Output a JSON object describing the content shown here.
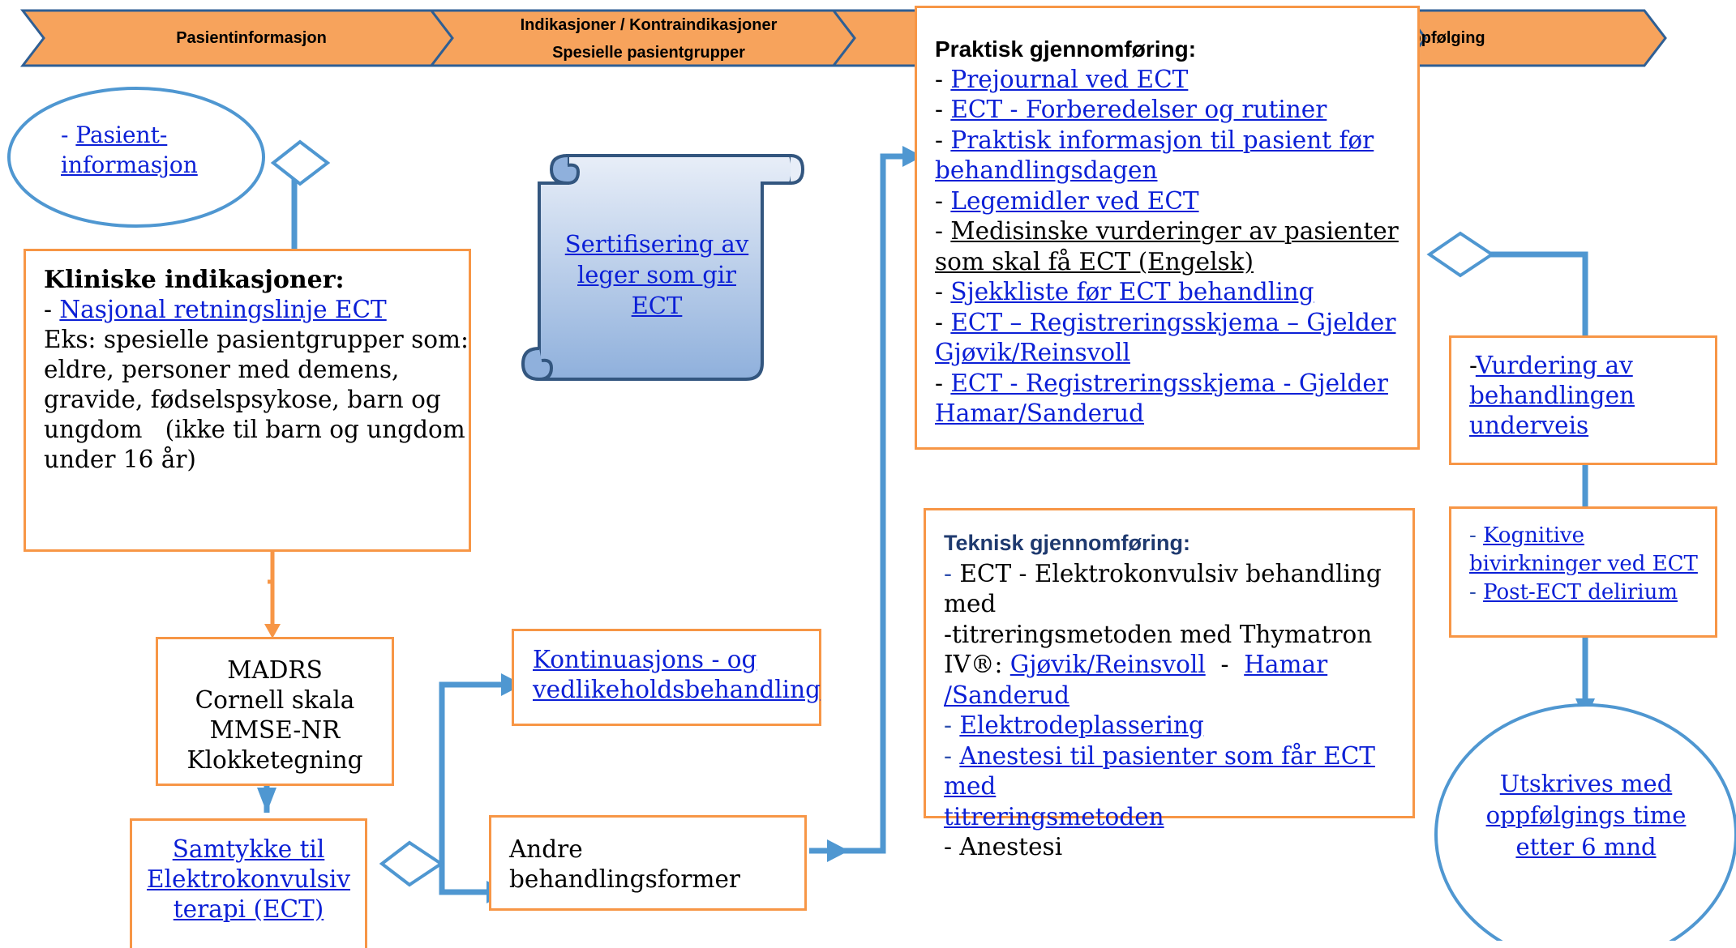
{
  "banner": {
    "stage1": "Pasientinformasjon",
    "stage2_line1": "Indikasjoner / Kontraindikasjoner",
    "stage2_line2": "Spesielle pasientgrupper",
    "stage4": "Oppfølging"
  },
  "pasientinfo": {
    "prefix": "- ",
    "link_line1": "Pasient-",
    "link_line2": "informasjon"
  },
  "kliniske": {
    "title": "Kliniske indikasjoner:",
    "item1_prefix": "- ",
    "item1_link": "Nasjonal retningslinje ECT",
    "lines": [
      "Eks: spesielle pasientgrupper som:",
      "eldre, personer med demens,",
      "gravide, fødselspsykose, barn og",
      "ungdom   (ikke til barn og ungdom",
      "under 16 år)"
    ]
  },
  "scroll": {
    "line1": "Sertifisering av",
    "line2": "leger som gir",
    "line3": "ECT"
  },
  "scales": {
    "lines": [
      "MADRS",
      "Cornell skala",
      "MMSE-NR",
      "Klokketegning"
    ]
  },
  "samtykke": {
    "line1": "Samtykke til",
    "line2": "Elektrokonvulsiv",
    "line3": "terapi (ECT)"
  },
  "kontinuasjon": {
    "line1": "Kontinuasjons - og",
    "line2": "vedlikeholdsbehandling"
  },
  "andre": {
    "line1": "Andre",
    "line2": "behandlingsformer"
  },
  "praktisk": {
    "title": "Praktisk gjennomføring:",
    "dash": "- ",
    "l1": "Prejournal ved ECT",
    "l2": "ECT - Forberedelser og rutiner",
    "l3a": "Praktisk informasjon til pasient før",
    "l3b": "behandlingsdagen",
    "l4": "Legemidler ved ECT",
    "l5a": "Medisinske vurderinger av pasienter",
    "l5b": "som skal få ECT (Engelsk)",
    "l6": "Sjekkliste før ECT behandling",
    "l7a": "ECT – Registreringsskjema – Gjelder",
    "l7b": "Gjøvik/Reinsvoll",
    "l8a": "ECT - Registreringsskjema - Gjelder",
    "l8b": "Hamar/Sanderud"
  },
  "teknisk": {
    "title": "Teknisk gjennomføring:",
    "dash": "- ",
    "t1": "ECT - Elektrokonvulsiv behandling med",
    "t2": "-titreringsmetoden med Thymatron",
    "t3_prefix": "IV®: ",
    "t3_link1": "Gjøvik/Reinsvoll",
    "t3_sep": "  -  ",
    "t3_link2": "Hamar",
    "t4_link": "/Sanderud",
    "t5": "Elektrodeplassering",
    "t6a": "Anestesi til pasienter som får ECT med",
    "t6b": "titreringsmetoden",
    "t7": "- Anestesi"
  },
  "vurdering": {
    "prefix": "-",
    "line1": "Vurdering av",
    "line2": "behandlingen",
    "line3": "underveis"
  },
  "bivirkning": {
    "dash": "- ",
    "line1": "Kognitive",
    "line2": "bivirkninger ved ECT",
    "line3": "Post-ECT delirium"
  },
  "utskrives": {
    "line1": "Utskrives med",
    "line2": "oppfølgings time",
    "line3": "etter 6 mnd"
  },
  "colors": {
    "orange": "#f79646",
    "banner": "#f7a35c",
    "blue": "#4f97d1",
    "link": "#0b1fd6",
    "navy": "#1f3a6f"
  }
}
